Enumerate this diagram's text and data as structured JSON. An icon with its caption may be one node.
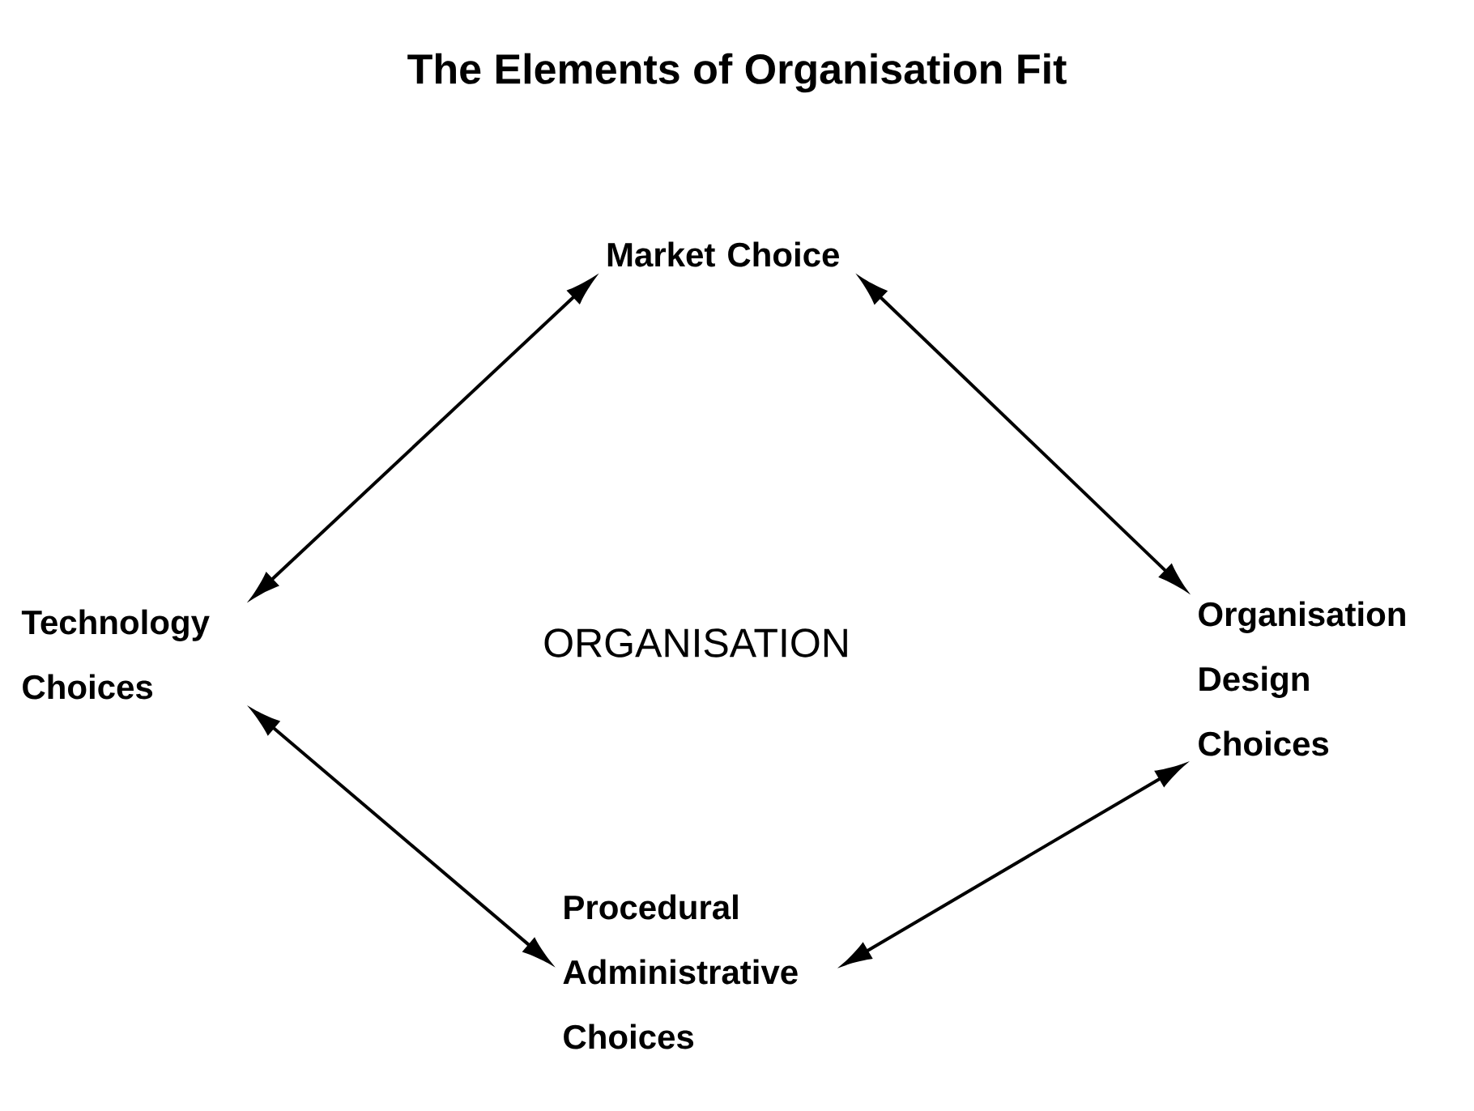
{
  "diagram": {
    "title": "The Elements of Organisation Fit",
    "nodes": [
      {
        "text": [
          "Market Choice"
        ]
      },
      {
        "text": [
          "Technology Choices"
        ]
      },
      {
        "text": [
          "Organisation Design Choices"
        ]
      },
      {
        "text": [
          "Procedural Administrative Choices"
        ]
      }
    ],
    "edges": [
      {
        "from": 0,
        "to": 1,
        "arrow": "both"
      },
      {
        "from": 0,
        "to": 2,
        "arrow": "both"
      },
      {
        "from": 1,
        "to": 3,
        "arrow": "both"
      },
      {
        "from": 3,
        "to": 2,
        "arrow": "both"
      }
    ],
    "labels": [
      "ORGANISATION"
    ]
  }
}
